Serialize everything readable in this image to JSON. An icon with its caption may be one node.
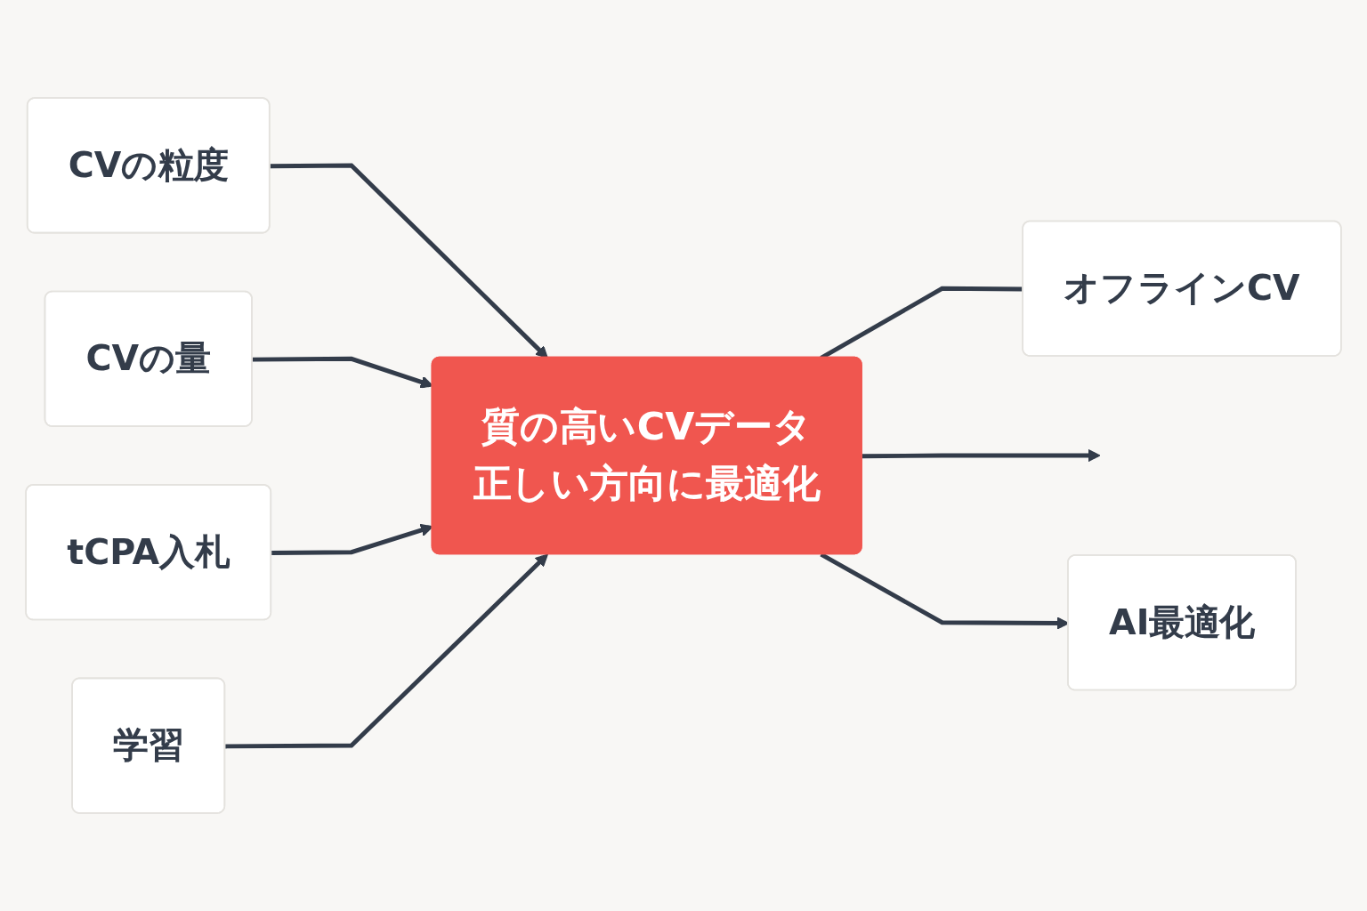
{
  "diagram": {
    "nodes": [
      {
        "text": [
          "CVの粒度"
        ]
      },
      {
        "text": [
          "CVの量"
        ]
      },
      {
        "text": [
          "オフラインCV"
        ]
      },
      {
        "text": [
          "質の高いCVデータ",
          "正しい方向に最適化"
        ]
      },
      {
        "text": [
          "tCPA入札"
        ]
      },
      {
        "text": [
          "AI最適化"
        ]
      },
      {
        "text": [
          "学習"
        ]
      }
    ],
    "edges": [
      {
        "from": 0,
        "to": 3,
        "arrow": "to"
      },
      {
        "from": 1,
        "to": 3,
        "arrow": "to"
      },
      {
        "from": 4,
        "to": 3,
        "arrow": "to"
      },
      {
        "from": 6,
        "to": 3,
        "arrow": "to"
      },
      {
        "from": 3,
        "to": 2,
        "arrow": "none"
      },
      {
        "from": 3,
        "to": null,
        "arrow": "to"
      },
      {
        "from": 3,
        "to": 5,
        "arrow": "to"
      }
    ]
  }
}
